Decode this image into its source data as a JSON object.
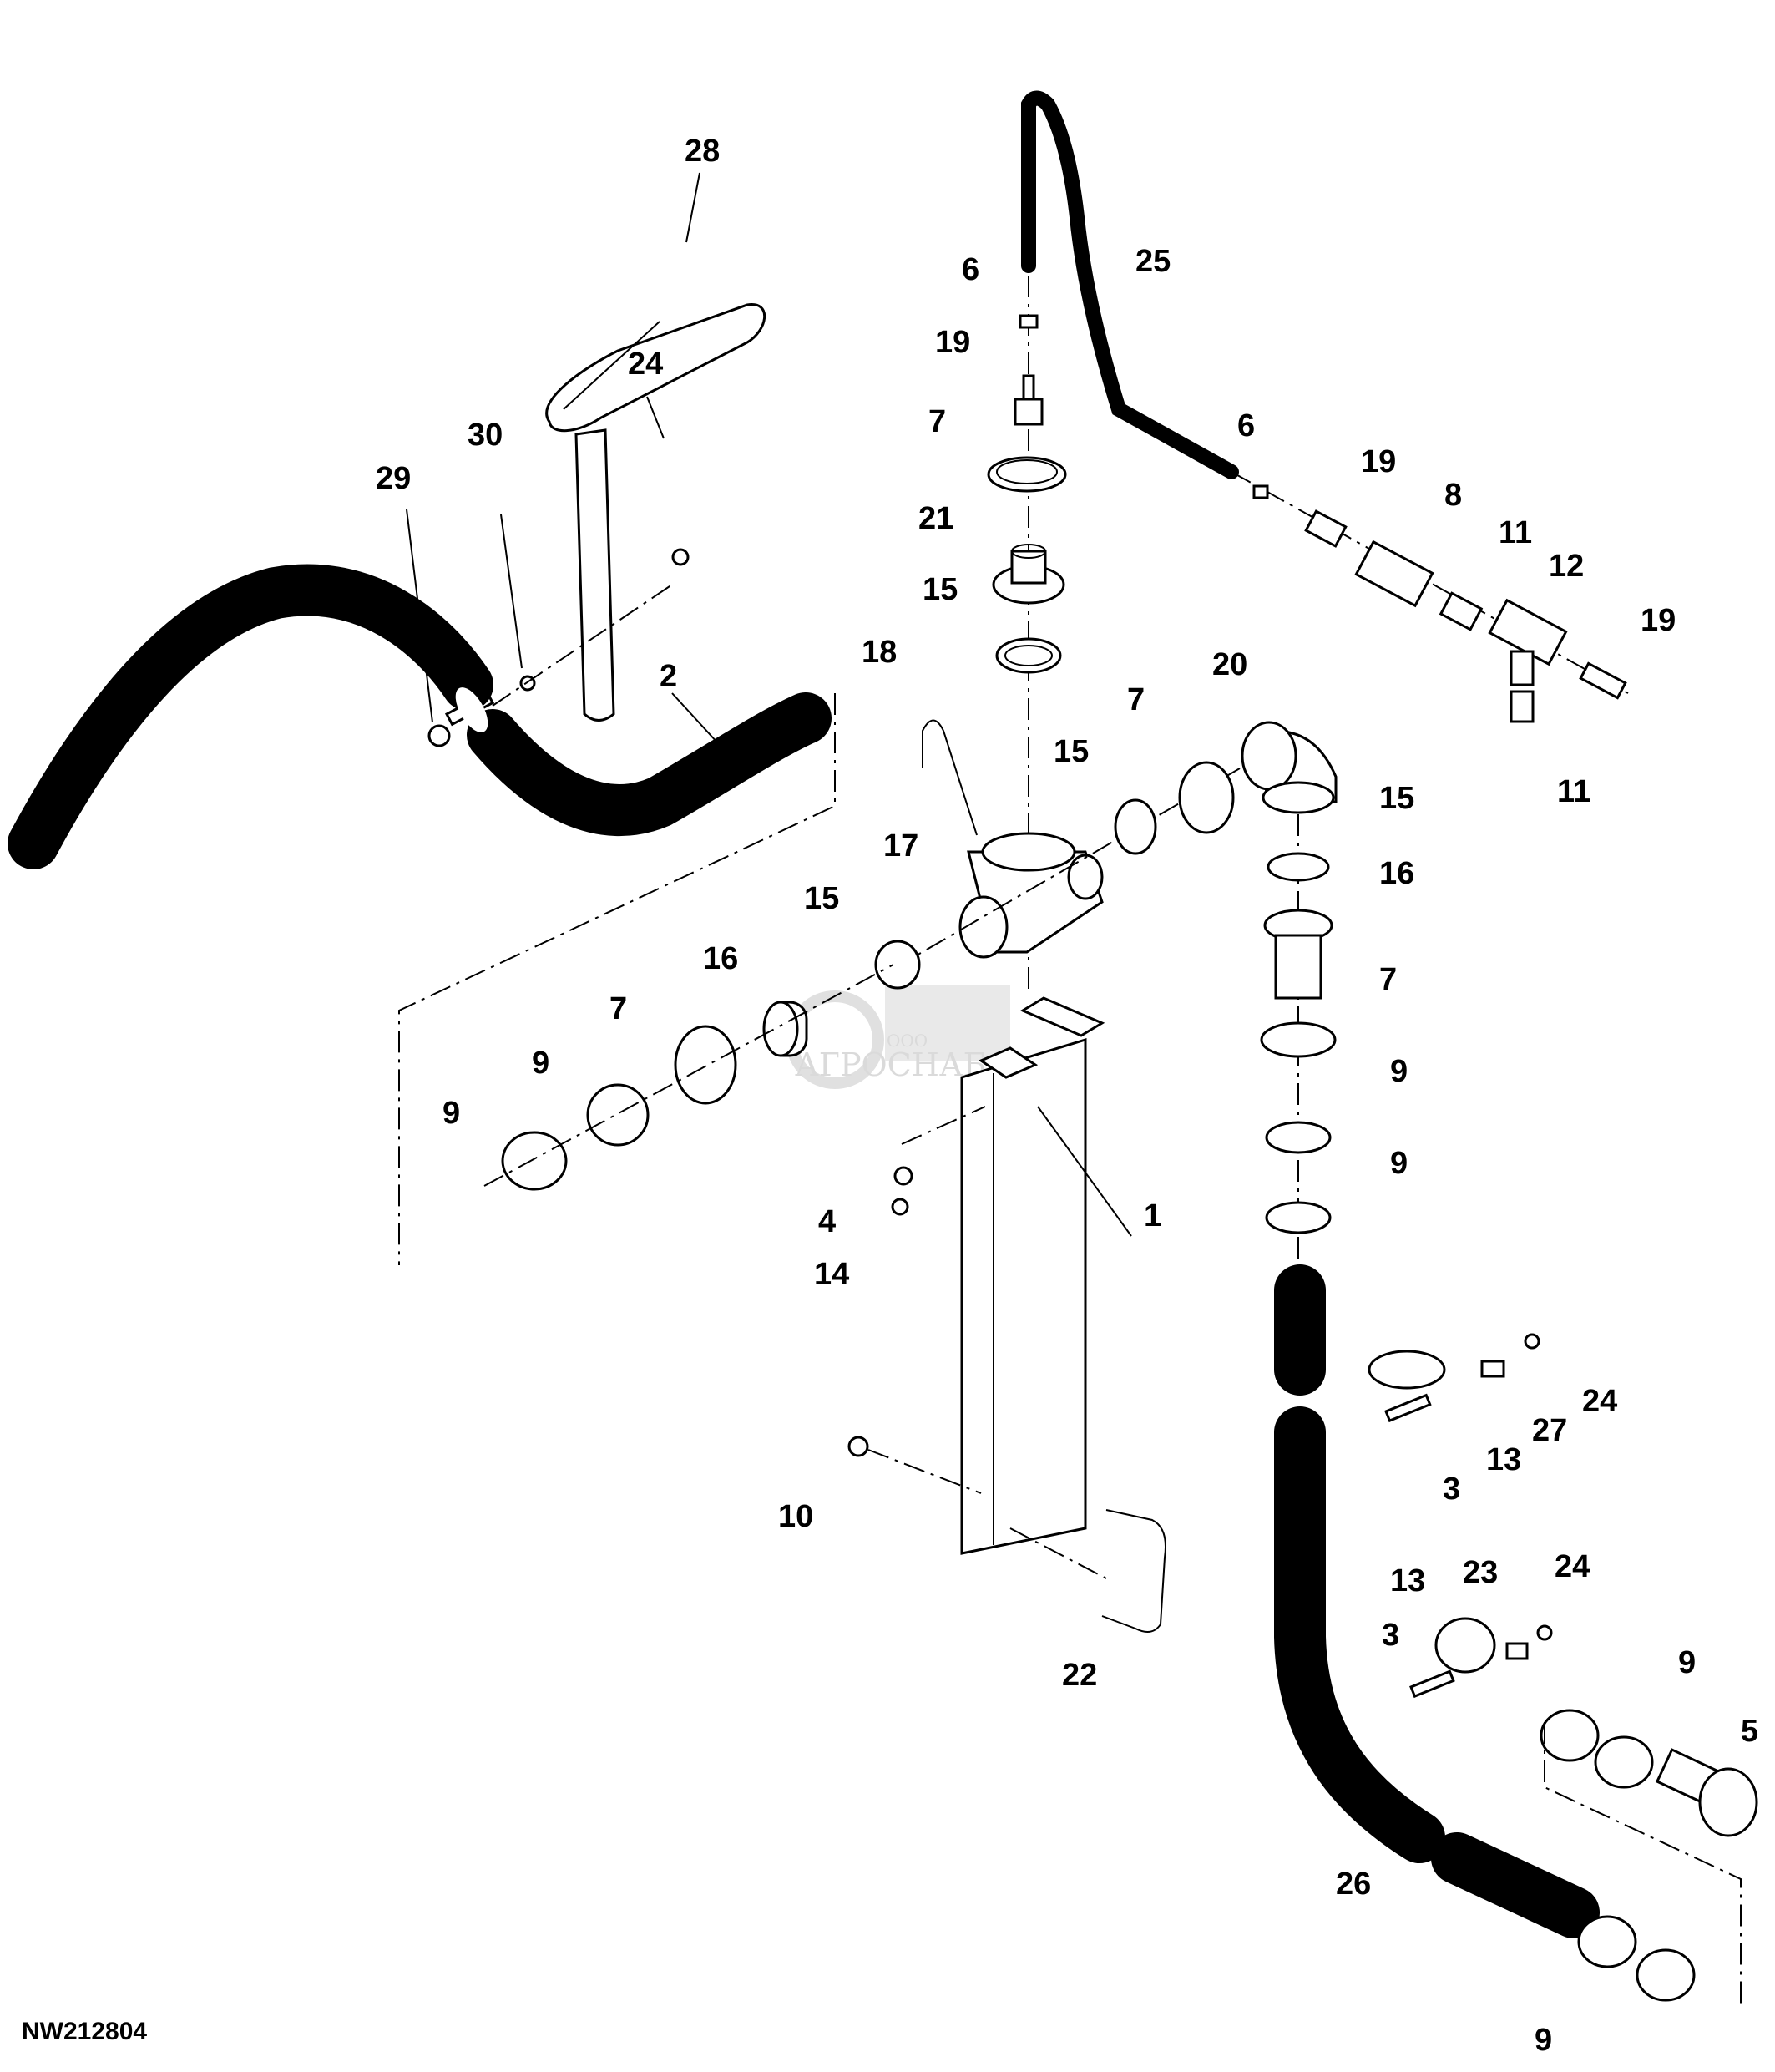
{
  "figure_id": "NW212804",
  "watermark": {
    "small": "ООО",
    "main": "АГРОСНАБ",
    "color": "#bdbdbd"
  },
  "callouts": [
    {
      "id": "c28",
      "text": "28"
    },
    {
      "id": "c24a",
      "text": "24"
    },
    {
      "id": "c30",
      "text": "30"
    },
    {
      "id": "c29",
      "text": "29"
    },
    {
      "id": "c2",
      "text": "2"
    },
    {
      "id": "c6a",
      "text": "6"
    },
    {
      "id": "c25",
      "text": "25"
    },
    {
      "id": "c19a",
      "text": "19"
    },
    {
      "id": "c7a",
      "text": "7"
    },
    {
      "id": "c21",
      "text": "21"
    },
    {
      "id": "c15a",
      "text": "15"
    },
    {
      "id": "c18",
      "text": "18"
    },
    {
      "id": "c6b",
      "text": "6"
    },
    {
      "id": "c19b",
      "text": "19"
    },
    {
      "id": "c8",
      "text": "8"
    },
    {
      "id": "c11a",
      "text": "11"
    },
    {
      "id": "c12",
      "text": "12"
    },
    {
      "id": "c19c",
      "text": "19"
    },
    {
      "id": "c11b",
      "text": "11"
    },
    {
      "id": "c20",
      "text": "20"
    },
    {
      "id": "c7b",
      "text": "7"
    },
    {
      "id": "c15b",
      "text": "15"
    },
    {
      "id": "c15c",
      "text": "15"
    },
    {
      "id": "c17",
      "text": "17"
    },
    {
      "id": "c16a",
      "text": "16"
    },
    {
      "id": "c15d",
      "text": "15"
    },
    {
      "id": "c16b",
      "text": "16"
    },
    {
      "id": "c7c",
      "text": "7"
    },
    {
      "id": "c7d",
      "text": "7"
    },
    {
      "id": "c9a",
      "text": "9"
    },
    {
      "id": "c9b",
      "text": "9"
    },
    {
      "id": "c9c",
      "text": "9"
    },
    {
      "id": "c9d",
      "text": "9"
    },
    {
      "id": "c4",
      "text": "4"
    },
    {
      "id": "c14",
      "text": "14"
    },
    {
      "id": "c1",
      "text": "1"
    },
    {
      "id": "c24b",
      "text": "24"
    },
    {
      "id": "c27",
      "text": "27"
    },
    {
      "id": "c13a",
      "text": "13"
    },
    {
      "id": "c3a",
      "text": "3"
    },
    {
      "id": "c10",
      "text": "10"
    },
    {
      "id": "c22",
      "text": "22"
    },
    {
      "id": "c13b",
      "text": "13"
    },
    {
      "id": "c23",
      "text": "23"
    },
    {
      "id": "c24c",
      "text": "24"
    },
    {
      "id": "c3b",
      "text": "3"
    },
    {
      "id": "c9e",
      "text": "9"
    },
    {
      "id": "c5",
      "text": "5"
    },
    {
      "id": "c26",
      "text": "26"
    },
    {
      "id": "c9f",
      "text": "9"
    }
  ]
}
